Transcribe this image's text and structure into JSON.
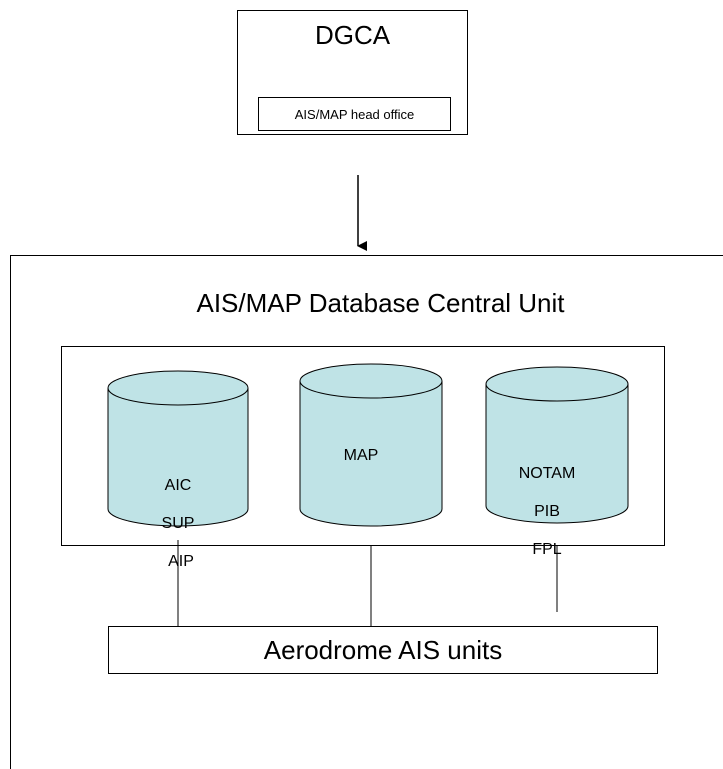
{
  "dgca": {
    "title": "DGCA",
    "sub_label": "AIS/MAP head office"
  },
  "central_unit": {
    "title": "AIS/MAP Database Central Unit"
  },
  "databases": [
    {
      "lines": [
        "AIC",
        "SUP",
        "AIP"
      ]
    },
    {
      "lines": [
        "MAP"
      ]
    },
    {
      "lines": [
        "NOTAM",
        "PIB",
        "FPL"
      ]
    }
  ],
  "aerodrome": {
    "label": "Aerodrome AIS units"
  },
  "colors": {
    "cylinder_fill": "#bfe3e6",
    "stroke": "#000000"
  }
}
